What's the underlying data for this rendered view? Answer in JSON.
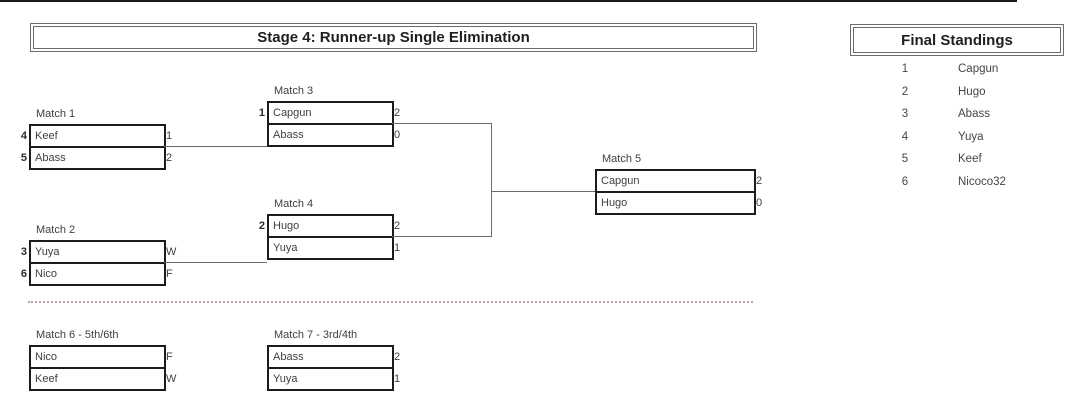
{
  "title": {
    "text": "Stage 4: Runner-up Single Elimination"
  },
  "bracket": {
    "m1": {
      "label": "Match 1",
      "rows": [
        {
          "seed": "4",
          "name": "Keef",
          "score": "1"
        },
        {
          "seed": "5",
          "name": "Abass",
          "score": "2"
        }
      ]
    },
    "m2": {
      "label": "Match 2",
      "rows": [
        {
          "seed": "3",
          "name": "Yuya",
          "score": "W"
        },
        {
          "seed": "6",
          "name": "Nico",
          "score": "F"
        }
      ]
    },
    "m3": {
      "label": "Match 3",
      "rows": [
        {
          "seed": "1",
          "name": "Capgun",
          "score": "2"
        },
        {
          "seed": "",
          "name": "Abass",
          "score": "0"
        }
      ]
    },
    "m4": {
      "label": "Match 4",
      "rows": [
        {
          "seed": "2",
          "name": "Hugo",
          "score": "2"
        },
        {
          "seed": "",
          "name": "Yuya",
          "score": "1"
        }
      ]
    },
    "m5": {
      "label": "Match 5",
      "rows": [
        {
          "seed": "",
          "name": "Capgun",
          "score": "2"
        },
        {
          "seed": "",
          "name": "Hugo",
          "score": "0"
        }
      ]
    },
    "m6": {
      "label": "Match 6 - 5th/6th",
      "rows": [
        {
          "seed": "",
          "name": "Nico",
          "score": "F"
        },
        {
          "seed": "",
          "name": "Keef",
          "score": "W"
        }
      ]
    },
    "m7": {
      "label": "Match 7 - 3rd/4th",
      "rows": [
        {
          "seed": "",
          "name": "Abass",
          "score": "2"
        },
        {
          "seed": "",
          "name": "Yuya",
          "score": "1"
        }
      ]
    }
  },
  "standings": {
    "title": "Final Standings",
    "rows": [
      {
        "rank": "1",
        "name": "Capgun"
      },
      {
        "rank": "2",
        "name": "Hugo"
      },
      {
        "rank": "3",
        "name": "Abass"
      },
      {
        "rank": "4",
        "name": "Yuya"
      },
      {
        "rank": "5",
        "name": "Keef"
      },
      {
        "rank": "6",
        "name": "Nicoco32"
      }
    ]
  },
  "colors": {
    "box_border": "#1c1c1c",
    "connector_line": "#6b6b6b",
    "dotted_divider": "#c49c9c",
    "text": "#3f3f3f"
  }
}
